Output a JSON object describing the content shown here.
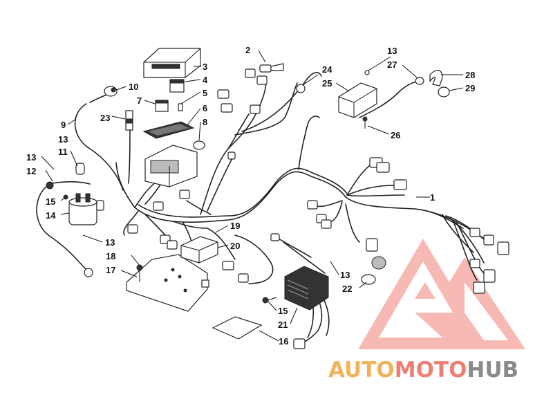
{
  "diagram": {
    "labels": [
      "1",
      "2",
      "3",
      "4",
      "5",
      "6",
      "7",
      "8",
      "9",
      "10",
      "11",
      "12",
      "13",
      "13",
      "13",
      "13",
      "13",
      "14",
      "15",
      "15",
      "16",
      "17",
      "18",
      "19",
      "20",
      "21",
      "22",
      "23",
      "24",
      "25",
      "26",
      "27",
      "28",
      "29"
    ]
  },
  "watermark": {
    "part1": "AUTO",
    "part2": "MOTO",
    "part3": "HUB",
    "colors": {
      "auto": "#f2b25c",
      "moto": "#ef7f73",
      "hub": "#8a8a8a",
      "triangle": "#f08f86"
    }
  }
}
